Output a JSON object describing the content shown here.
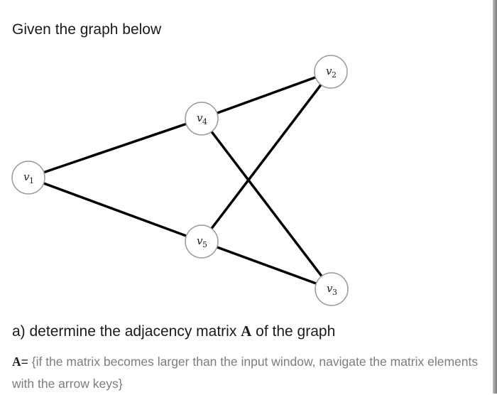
{
  "intro_text": "Given the graph below",
  "graph": {
    "nodes": [
      {
        "id": "v1",
        "letter": "v",
        "sub": "1"
      },
      {
        "id": "v2",
        "letter": "v",
        "sub": "2"
      },
      {
        "id": "v3",
        "letter": "v",
        "sub": "3"
      },
      {
        "id": "v4",
        "letter": "v",
        "sub": "4"
      },
      {
        "id": "v5",
        "letter": "v",
        "sub": "5"
      }
    ],
    "edges": [
      [
        "v1",
        "v4"
      ],
      [
        "v1",
        "v5"
      ],
      [
        "v4",
        "v2"
      ],
      [
        "v4",
        "v3"
      ],
      [
        "v5",
        "v2"
      ],
      [
        "v5",
        "v3"
      ]
    ]
  },
  "question": {
    "prefix": "a) determine the adjacency matrix ",
    "symbol": "A",
    "suffix": " of the graph"
  },
  "answer": {
    "symbol": "A",
    "equals": "=",
    "hint": " {if the matrix becomes larger than the input window, navigate the matrix elements with the arrow keys}"
  }
}
